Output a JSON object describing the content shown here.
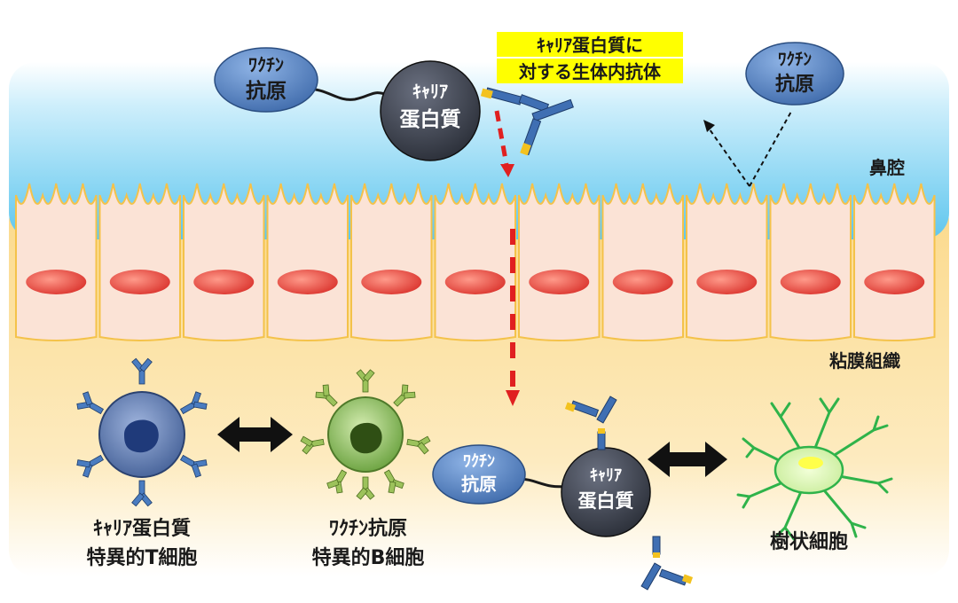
{
  "colors": {
    "nasal_cavity": "#5ec6ee",
    "mucosa": "#fbd98a",
    "cell_fill": "#fbe3d6",
    "cell_border": "#f4c24a",
    "nucleus": "#e8453c",
    "antigen": "#4f81bd",
    "carrier": "#3a3f4a",
    "arrow_red": "#e02020",
    "highlight": "#ffff00",
    "t_cell": "#4a6fa8",
    "b_cell": "#7fb24a",
    "dendritic": "#2fb34a"
  },
  "labels": {
    "top_antigen_line1": "ﾜｸﾁﾝ",
    "top_antigen_line2": "抗原",
    "top_carrier_line1": "ｷｬﾘｱ",
    "top_carrier_line2": "蛋白質",
    "antibody_line1": "ｷｬﾘｱ蛋白質に",
    "antibody_line2": "対する生体内抗体",
    "right_antigen_line1": "ﾜｸﾁﾝ",
    "right_antigen_line2": "抗原",
    "nasal_cavity": "鼻腔",
    "mucosal_tissue": "粘膜組織",
    "bottom_antigen_line1": "ﾜｸﾁﾝ",
    "bottom_antigen_line2": "抗原",
    "bottom_carrier_line1": "ｷｬﾘｱ",
    "bottom_carrier_line2": "蛋白質",
    "t_cell_line1": "ｷｬﾘｱ蛋白質",
    "t_cell_line2": "特異的T細胞",
    "b_cell_line1": "ﾜｸﾁﾝ抗原",
    "b_cell_line2": "特異的B細胞",
    "dendritic_cell": "樹状細胞"
  },
  "icons": [
    "antibody-icon",
    "t-cell-icon",
    "b-cell-icon",
    "dendritic-cell-icon",
    "double-arrow-icon"
  ]
}
